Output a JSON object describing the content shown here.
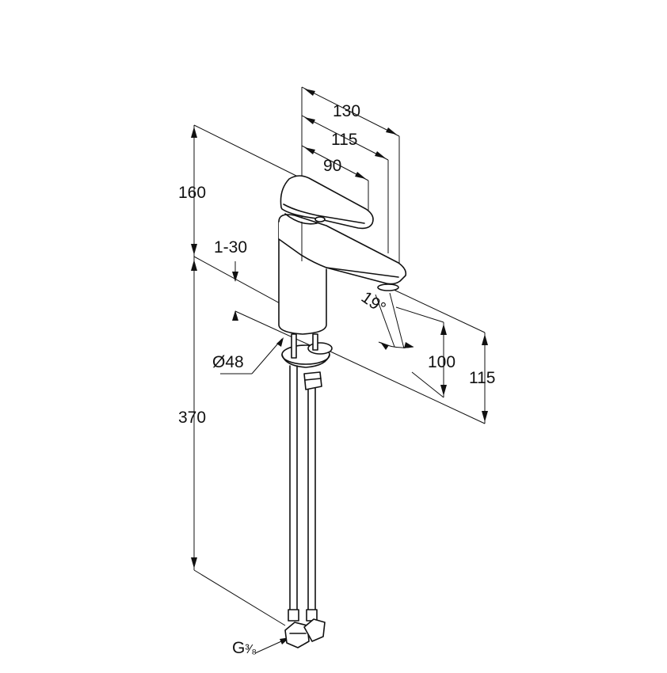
{
  "dimensions": {
    "width_130": "130",
    "width_115": "115",
    "width_90": "90",
    "height_160": "160",
    "thickness_1_30": "1-30",
    "height_370": "370",
    "diameter_48": "Ø48",
    "height_100": "100",
    "height_115": "115",
    "angle_19": "19°",
    "thread_g": "G",
    "thread_fraction": "³⁄₈"
  }
}
